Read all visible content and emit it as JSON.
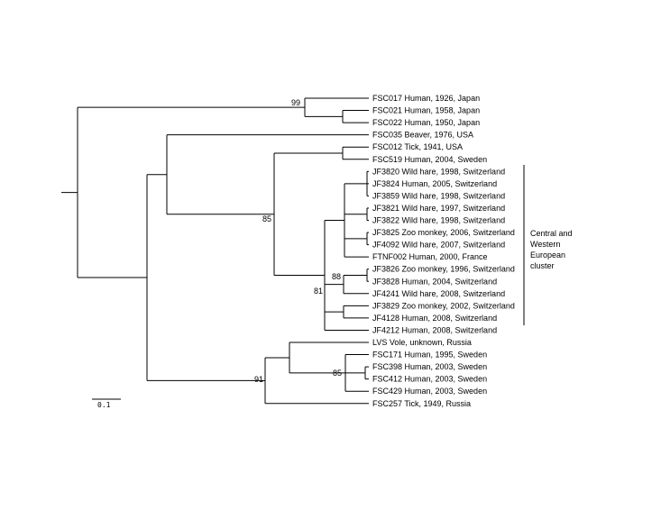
{
  "tree": {
    "leaves": [
      "FSC017 Human, 1926, Japan",
      "FSC021 Human, 1958, Japan",
      "FSC022 Human, 1950, Japan",
      "FSC035 Beaver, 1976, USA",
      "FSC012 Tick, 1941, USA",
      "FSC519 Human, 2004, Sweden",
      "JF3820 Wild hare, 1998, Switzerland",
      "JF3824 Human, 2005, Switzerland",
      "JF3859 Wild hare, 1998, Switzerland",
      "JF3821 Wild hare, 1997, Switzerland",
      "JF3822 Wild hare, 1998, Switzerland",
      "JF3825 Zoo monkey, 2006, Switzerland",
      "JF4092 Wild hare, 2007, Switzerland",
      "FTNF002 Human, 2000, France",
      "JF3826 Zoo monkey, 1996, Switzerland",
      "JF3828 Human, 2004, Switzerland",
      "JF4241 Wild hare, 2008, Switzerland",
      "JF3829 Zoo monkey, 2002, Switzerland",
      "JF4128 Human, 2008, Switzerland",
      "JF4212 Human, 2008, Switzerland",
      "LVS Vole, unknown, Russia",
      "FSC171 Human, 1995, Sweden",
      "FSC398 Human, 2003, Sweden",
      "FSC412 Human, 2003, Sweden",
      "FSC429 Human, 2003, Sweden",
      "FSC257 Tick, 1949, Russia"
    ],
    "support_values": [
      "99",
      "85",
      "88",
      "81",
      "85",
      "91"
    ],
    "clade_label": [
      "Central and",
      "Western",
      "European",
      "cluster"
    ],
    "scale_bar_label": "0.1"
  }
}
